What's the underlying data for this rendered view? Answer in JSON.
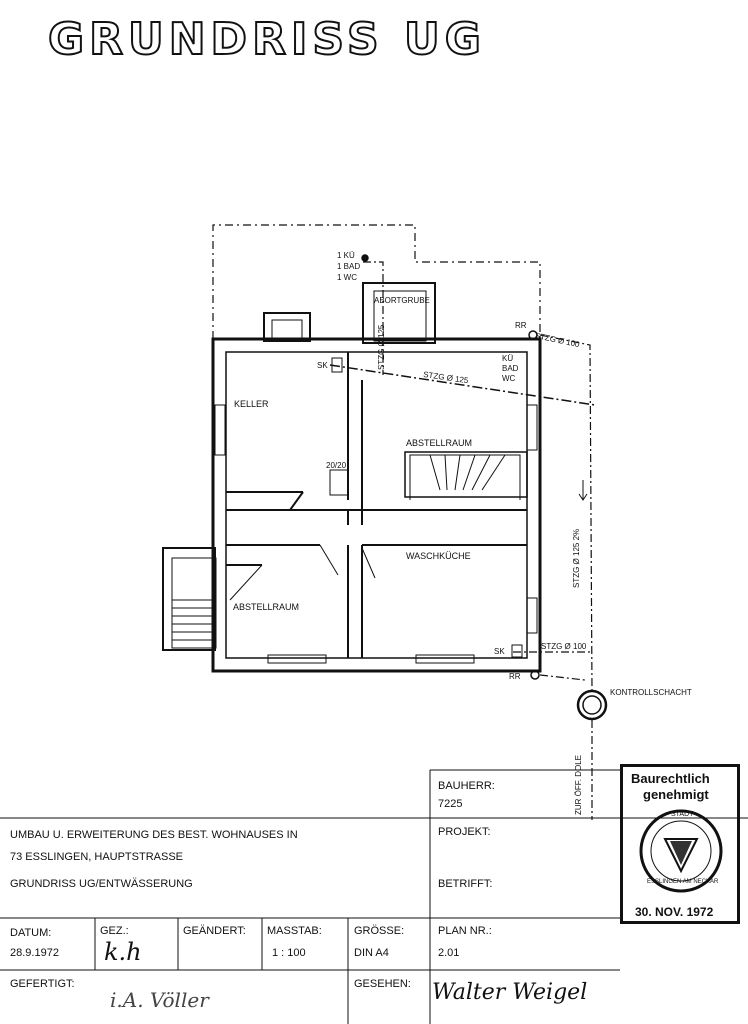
{
  "drawing": {
    "title": "GRUNDRISS UG",
    "rooms": {
      "keller": "KELLER",
      "abstellraum_top": "ABSTELLRAUM",
      "waschkueche": "WASCHKÜCHE",
      "abstellraum_bottom": "ABSTELLRAUM",
      "abortgrube": "ABORTGRUBE"
    },
    "notes": {
      "ku_line1": "1 KÜ",
      "ku_line2": "1 BAD",
      "ku_line3": "1 WC",
      "rr_top": "RR",
      "rr_bottom": "RR",
      "sk_top": "SK",
      "sk_bottom": "SK",
      "kbw_line1": "KÜ",
      "kbw_line2": "BAD",
      "kbw_line3": "WC",
      "size_20": "20/20",
      "stzg_125_h": "STZG Ø 125",
      "stzg_125_v": "STZG Ø 125",
      "stzg_100_top": "STZG Ø 100",
      "stzg_100_bottom": "STZG Ø 100",
      "stzg_125_right": "STZG Ø 125 2%",
      "kontrollschacht": "KONTROLLSCHACHT",
      "zur_dole": "ZUR ÖFF. DOLE"
    }
  },
  "title_block": {
    "bauherr_label": "BAUHERR:",
    "bauherr_value": "7225",
    "projekt_label": "PROJEKT:",
    "betrifft_label": "BETRIFFT:",
    "project_line1": "UMBAU U. ERWEITERUNG DES BEST. WOHNAUSES IN",
    "project_line2": "73 ESSLINGEN, HAUPTSTRASSE",
    "subject": "GRUNDRISS UG/ENTWÄSSERUNG",
    "datum_label": "DATUM:",
    "datum_value": "28.9.1972",
    "gez_label": "GEZ.:",
    "gez_value": "k.h",
    "geaendert_label": "GEÄNDERT:",
    "masstab_label": "MASSTAB:",
    "masstab_value": "1 : 100",
    "groesse_label": "GRÖSSE:",
    "groesse_value": "DIN A4",
    "plan_label": "PLAN NR.:",
    "plan_value": "2.01",
    "gefertigt_label": "GEFERTIGT:",
    "gefertigt_value": "i.A. Völler",
    "gesehen_label": "GESEHEN:",
    "gesehen_value": "Walter Weigel"
  },
  "stamp": {
    "line1": "Baurechtlich",
    "line2": "genehmigt",
    "date": "30. NOV. 1972",
    "seal_ring_top": "STADT",
    "seal_ring_bottom": "ESSLINGEN AM NECKAR"
  }
}
